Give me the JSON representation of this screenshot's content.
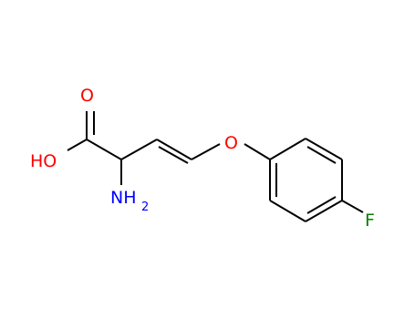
{
  "molecule": {
    "atoms": {
      "carbonyl_oxygen": {
        "text": "O",
        "color": "#ff0000"
      },
      "hydroxyl": {
        "text": "HO",
        "color": "#ff0000"
      },
      "amine": {
        "text": "NH",
        "subscript": "2",
        "color": "#0000ff"
      },
      "ether_oxygen": {
        "text": "O",
        "color": "#ff0000"
      },
      "fluorine": {
        "text": "F",
        "color": "#008000"
      }
    },
    "bond_color": "#000000"
  }
}
